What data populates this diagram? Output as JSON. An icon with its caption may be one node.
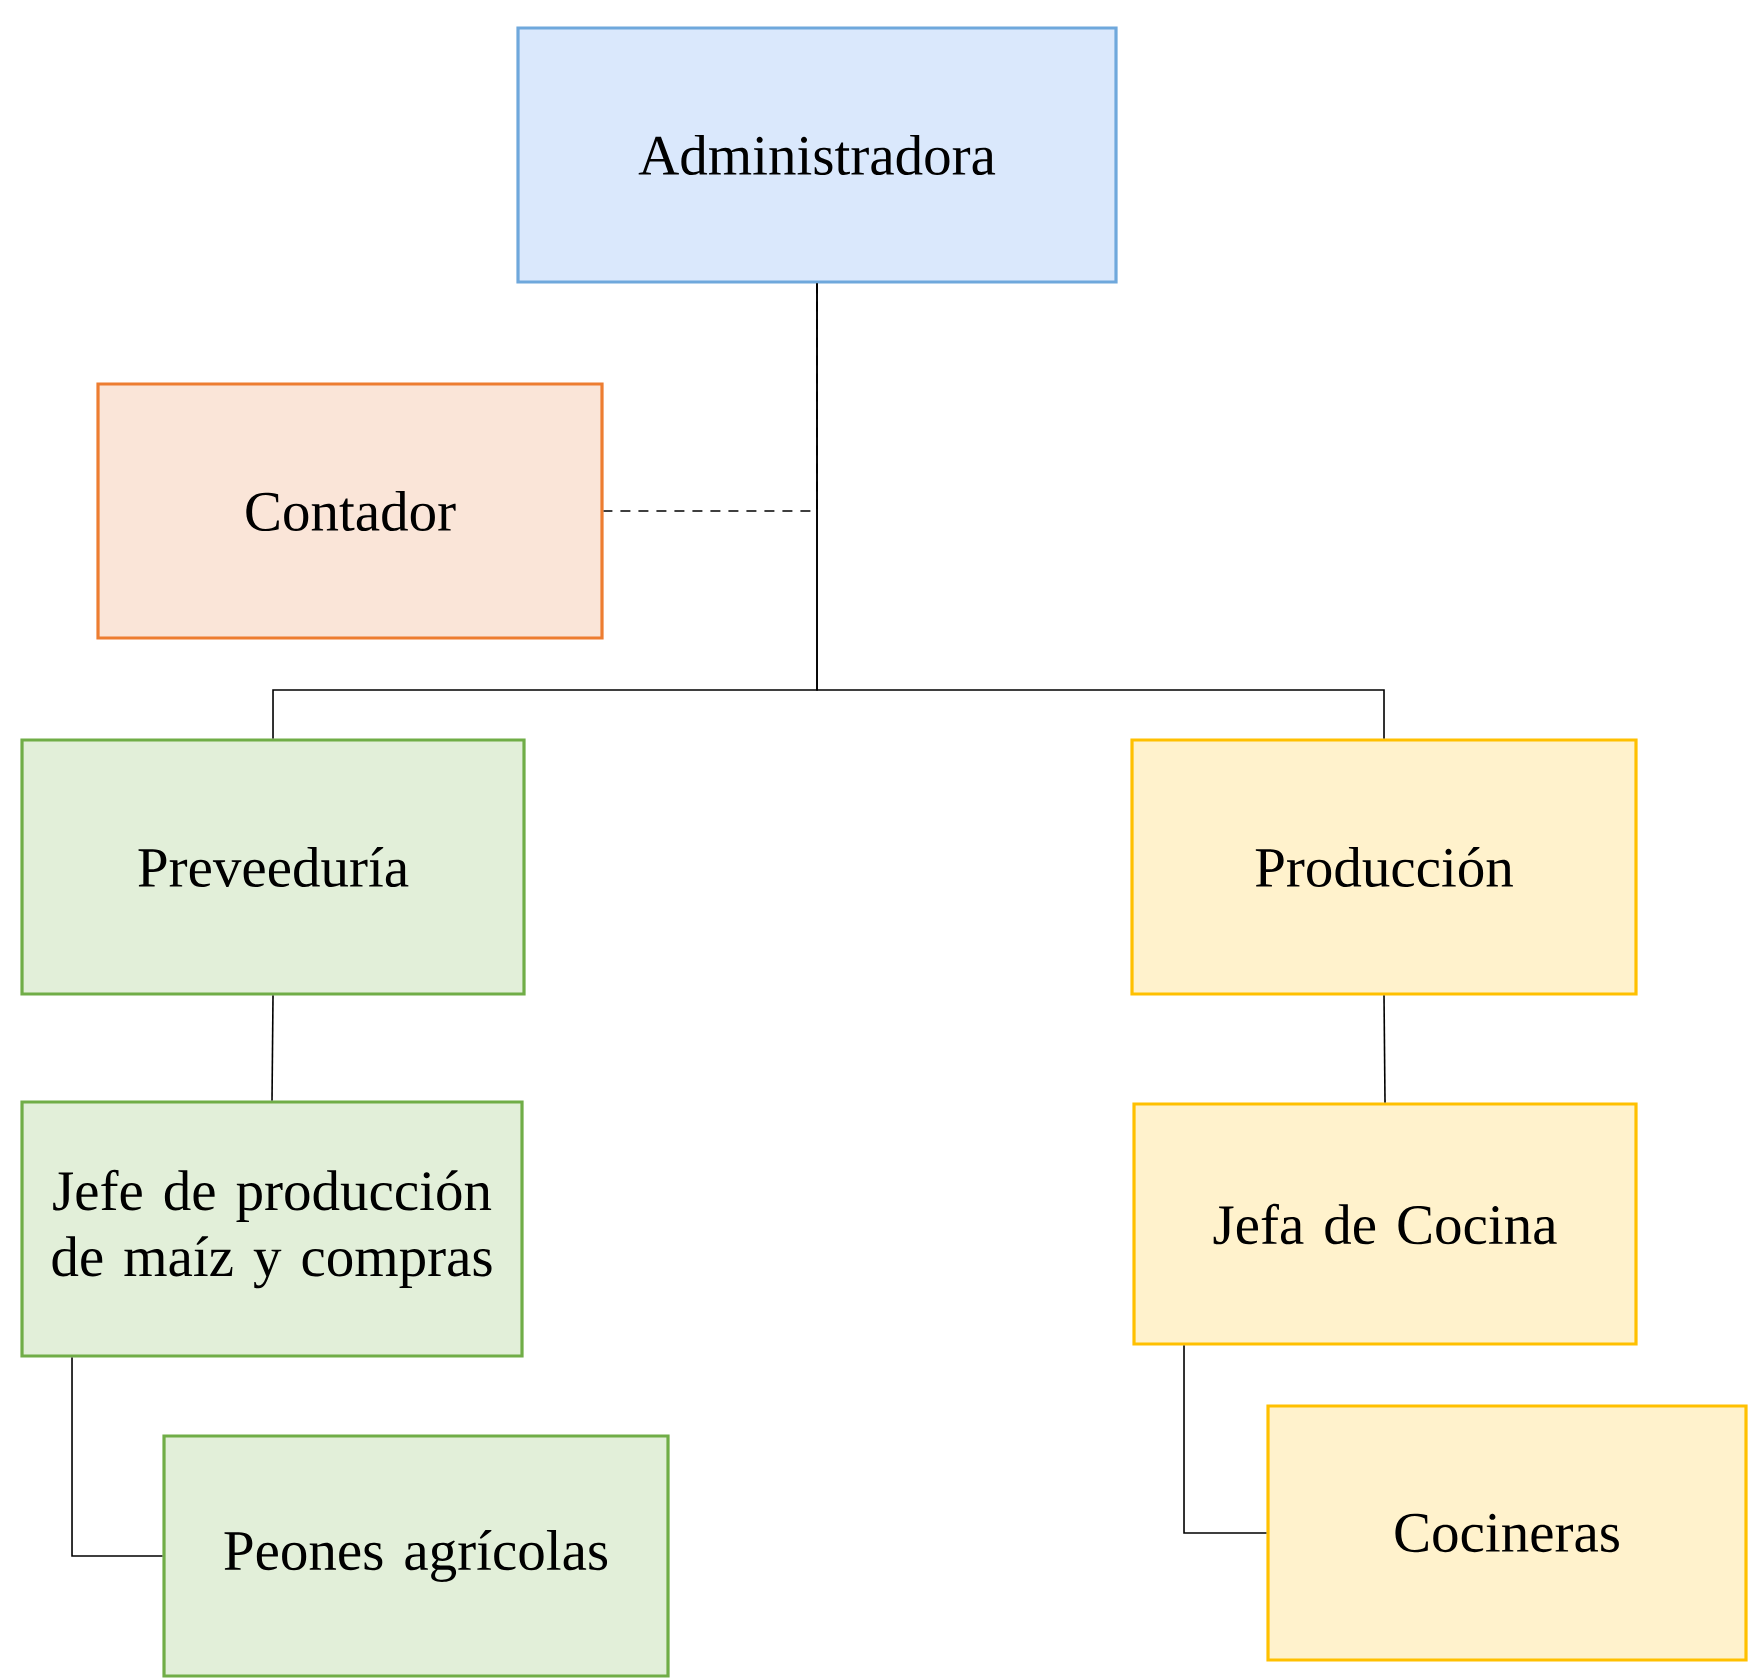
{
  "diagram": {
    "nodes": [
      {
        "text": [
          "Administradora"
        ]
      },
      {
        "text": [
          "Contador"
        ]
      },
      {
        "text": [
          "Preveeduría"
        ]
      },
      {
        "text": [
          "Producción"
        ]
      },
      {
        "text": [
          "Jefe de producción de maíz y compras"
        ]
      },
      {
        "text": [
          "Jefa de Cocina"
        ]
      },
      {
        "text": [
          "Peones agrícolas"
        ]
      },
      {
        "text": [
          "Cocineras"
        ]
      }
    ],
    "edges": [
      {
        "from": 0,
        "to": 1,
        "arrow": "none",
        "style": "dashed"
      },
      {
        "from": 0,
        "to": 2,
        "arrow": "none"
      },
      {
        "from": 0,
        "to": 3,
        "arrow": "none"
      },
      {
        "from": 2,
        "to": 4,
        "arrow": "none"
      },
      {
        "from": 3,
        "to": 5,
        "arrow": "none"
      },
      {
        "from": 4,
        "to": 6,
        "arrow": "none"
      },
      {
        "from": 5,
        "to": 7,
        "arrow": "none"
      }
    ]
  }
}
